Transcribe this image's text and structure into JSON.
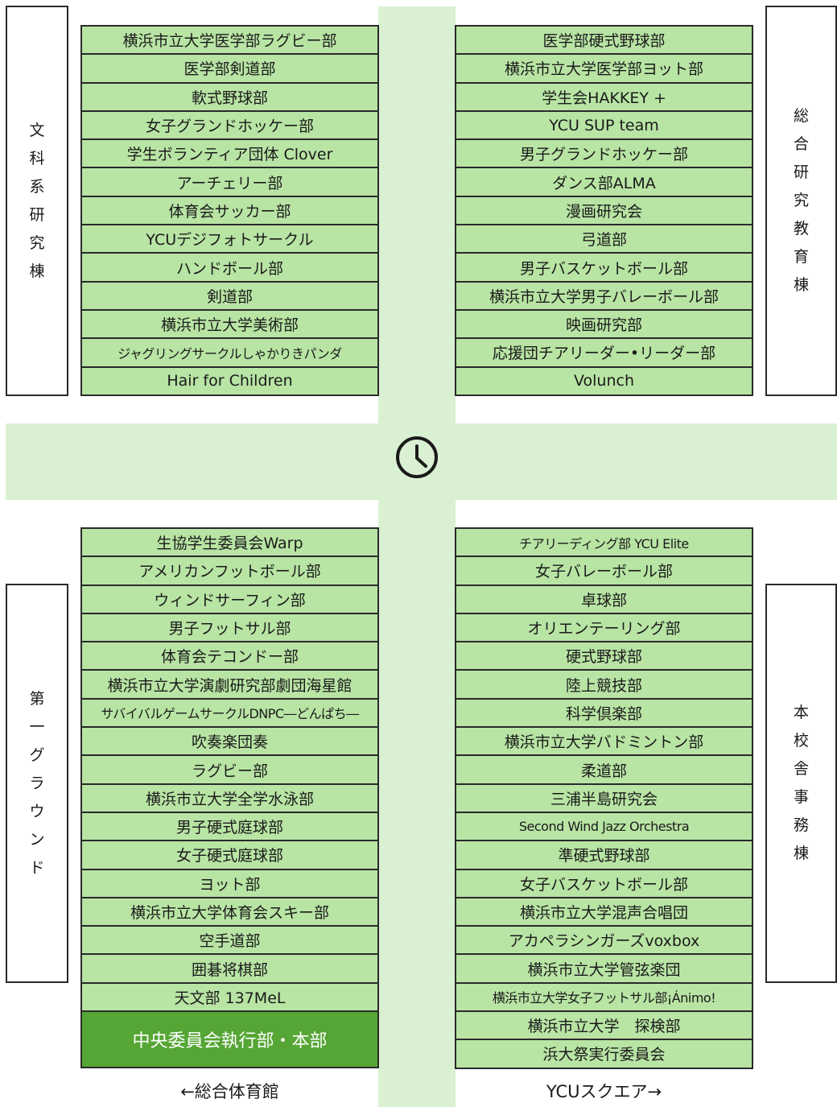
{
  "buildings": {
    "top_left": "文科系研究棟",
    "top_right": "総合研究教育棟",
    "bottom_left": "第一グラウンド",
    "bottom_right": "本校舎事務棟"
  },
  "booths": {
    "top_left": [
      "横浜市立大学医学部ラグビー部",
      "医学部剣道部",
      "軟式野球部",
      "女子グランドホッケー部",
      "学生ボランティア団体 Clover",
      "アーチェリー部",
      "体育会サッカー部",
      "YCUデジフォトサークル",
      "ハンドボール部",
      "剣道部",
      "横浜市立大学美術部",
      "ジャグリングサークルしゃかりきパンダ",
      "Hair for Children"
    ],
    "top_right": [
      "医学部硬式野球部",
      "横浜市立大学医学部ヨット部",
      "学生会HAKKEY +",
      "YCU SUP team",
      "男子グランドホッケー部",
      "ダンス部ALMA",
      "漫画研究会",
      "弓道部",
      "男子バスケットボール部",
      "横浜市立大学男子バレーボール部",
      "映画研究部",
      "応援団チアリーダー•リーダー部",
      "Volunch"
    ],
    "bottom_left": [
      "生協学生委員会Warp",
      "アメリカンフットボール部",
      "ウィンドサーフィン部",
      "男子フットサル部",
      "体育会テコンドー部",
      "横浜市立大学演劇研究部劇団海星館",
      "サバイバルゲームサークルDNPC―どんぱち―",
      "吹奏楽団奏",
      "ラグビー部",
      "横浜市立大学全学水泳部",
      "男子硬式庭球部",
      "女子硬式庭球部",
      "ヨット部",
      "横浜市立大学体育会スキー部",
      "空手道部",
      "囲碁将棋部",
      "天文部 137MeL"
    ],
    "bottom_left_hq": "中央委員会執行部・本部",
    "bottom_right": [
      "チアリーディング部 YCU Elite",
      "女子バレーボール部",
      "卓球部",
      "オリエンテーリング部",
      "硬式野球部",
      "陸上競技部",
      "科学倶楽部",
      "横浜市立大学バドミントン部",
      "柔道部",
      "三浦半島研究会",
      "Second Wind Jazz Orchestra",
      "準硬式野球部",
      "女子バスケットボール部",
      "横浜市立大学混声合唱団",
      "アカペラシンガーズvoxbox",
      "横浜市立大学管弦楽団",
      "横浜市立大学女子フットサル部¡Ánimo!",
      "横浜市立大学　探検部",
      "浜大祭実行委員会"
    ]
  },
  "captions": {
    "left": "←総合体育館",
    "right": "YCUスクエア→"
  },
  "icons": {
    "center": "clock-icon"
  },
  "colors": {
    "road": "#daf0d2",
    "booth": "#b8e4a4",
    "hq": "#56a635"
  }
}
